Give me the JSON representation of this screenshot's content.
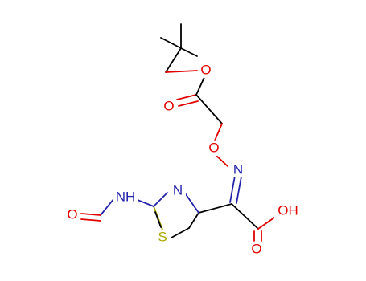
{
  "labels": {
    "ester_o": "O",
    "carbonyl_o_ester": "O",
    "oxime_o": "O",
    "oxime_n": "N",
    "ring_n": "N",
    "ring_s": "S",
    "amide_nh": "NH",
    "formyl_o": "O",
    "acid_oh": "OH",
    "acid_o": "O"
  },
  "colors": {
    "carbon_bond": "#000000",
    "oxygen": "#e00000",
    "nitrogen": "#2222aa",
    "sulfur": "#aaaa00",
    "background": "#ffffff"
  }
}
